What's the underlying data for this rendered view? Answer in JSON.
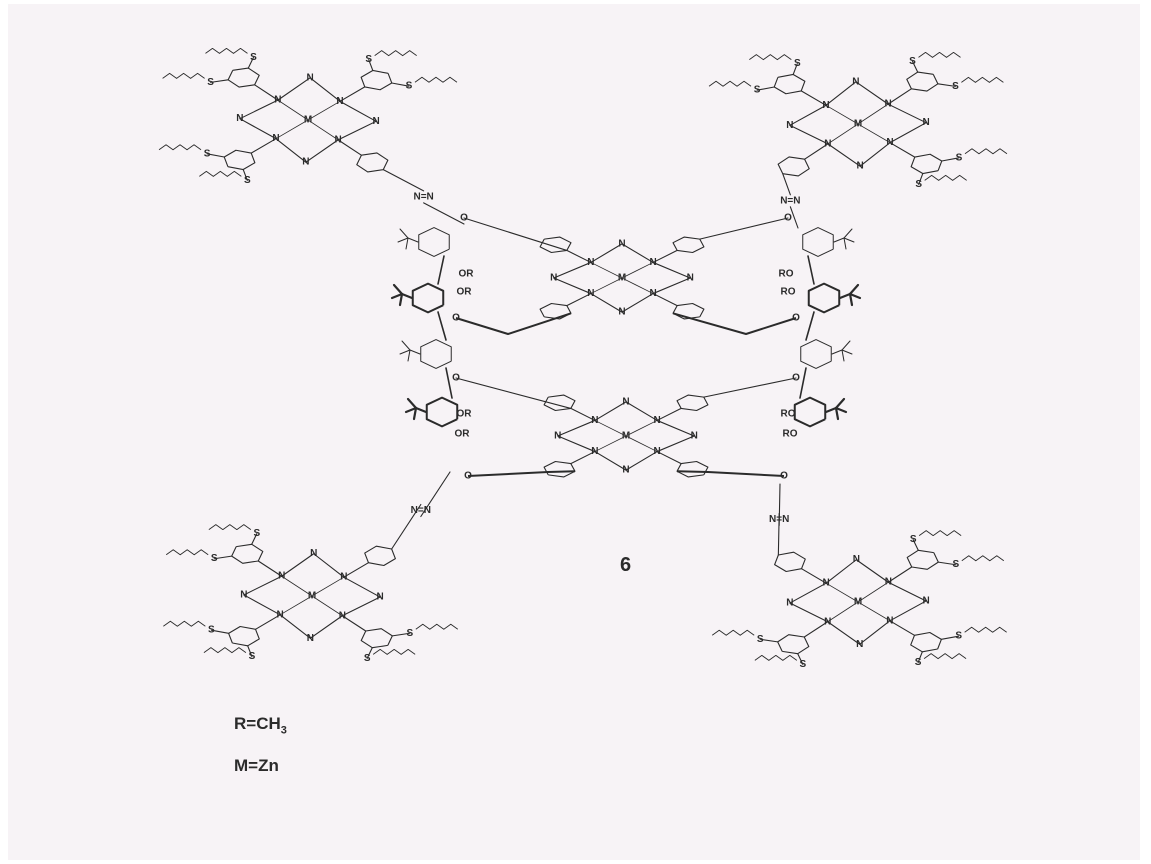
{
  "figure": {
    "compound_number": "6",
    "legend": {
      "r_prefix": "R=CH",
      "r_subscript": "3",
      "m_definition": "M=Zn"
    },
    "atoms": {
      "nitrogen": "N",
      "metal": "M",
      "sulfur": "S",
      "azo": "N=N",
      "ether": "O",
      "methoxy": "OR",
      "methoxy_left": "RO"
    },
    "colors": {
      "ink": "#2b2b2b",
      "paper": "#f7f3f6"
    }
  }
}
